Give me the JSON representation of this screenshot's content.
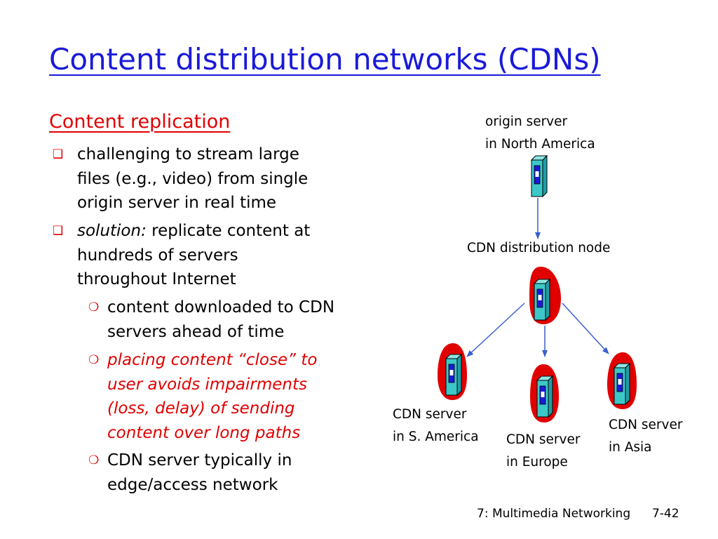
{
  "slide": {
    "title": "Content distribution networks (CDNs)",
    "section_heading": "Content replication",
    "bullets": [
      {
        "lines": [
          "challenging to stream large",
          "files (e.g., video) from single",
          "origin server in real time"
        ]
      },
      {
        "lead": "solution:",
        "lines": [
          " replicate content at",
          "hundreds of servers",
          "throughout Internet"
        ]
      }
    ],
    "sub_bullets": [
      {
        "lines": [
          "content downloaded to CDN",
          "servers ahead of time"
        ]
      },
      {
        "lines": [
          "placing content “close” to",
          "user avoids impairments",
          "(loss, delay) of sending",
          "content over long paths"
        ]
      },
      {
        "lines": [
          "CDN server typically in",
          "edge/access network"
        ]
      }
    ]
  },
  "diagram": {
    "origin_label": [
      "origin server",
      "in North America"
    ],
    "dist_label": "CDN distribution node",
    "sa_label": [
      "CDN server",
      "in S. America"
    ],
    "eu_label": [
      "CDN server",
      "in Europe"
    ],
    "asia_label": [
      "CDN server",
      "in Asia"
    ],
    "icons": [
      "server-icon",
      "arrow-icon"
    ],
    "colors": {
      "server_body": "#3cc8c8",
      "server_window": "#1a1ad9",
      "cdn_blob": "#e00000",
      "arrow": "#3a5fcd"
    }
  },
  "footer": {
    "chapter": "7: Multimedia Networking",
    "page": "7-42"
  }
}
